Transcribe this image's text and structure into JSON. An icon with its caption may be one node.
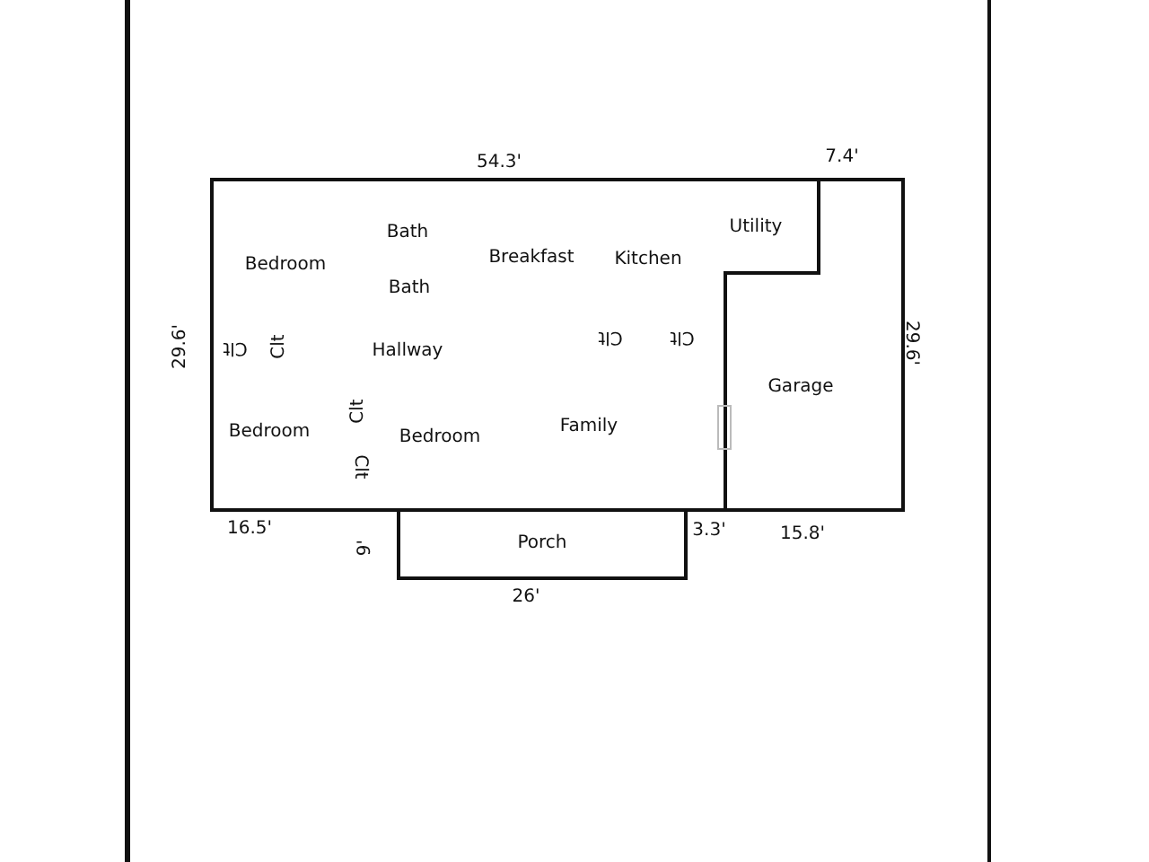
{
  "diagram": {
    "nodes": [
      {
        "text": [
          "Porch"
        ]
      }
    ],
    "labels": [
      "54.3'",
      "7.4'",
      "Utility",
      "Bath",
      "Breakfast",
      "Kitchen",
      "Bedroom",
      "Bath",
      "29.6'",
      "Clt",
      "Clt",
      "Hallway",
      "Clt",
      "Clt",
      "29.6'",
      "Garage",
      "Clt",
      "Bedroom",
      "Bedroom",
      "Family",
      "Clt",
      "16.5'",
      "9'",
      "3.3'",
      "15.8'",
      "26'"
    ]
  }
}
